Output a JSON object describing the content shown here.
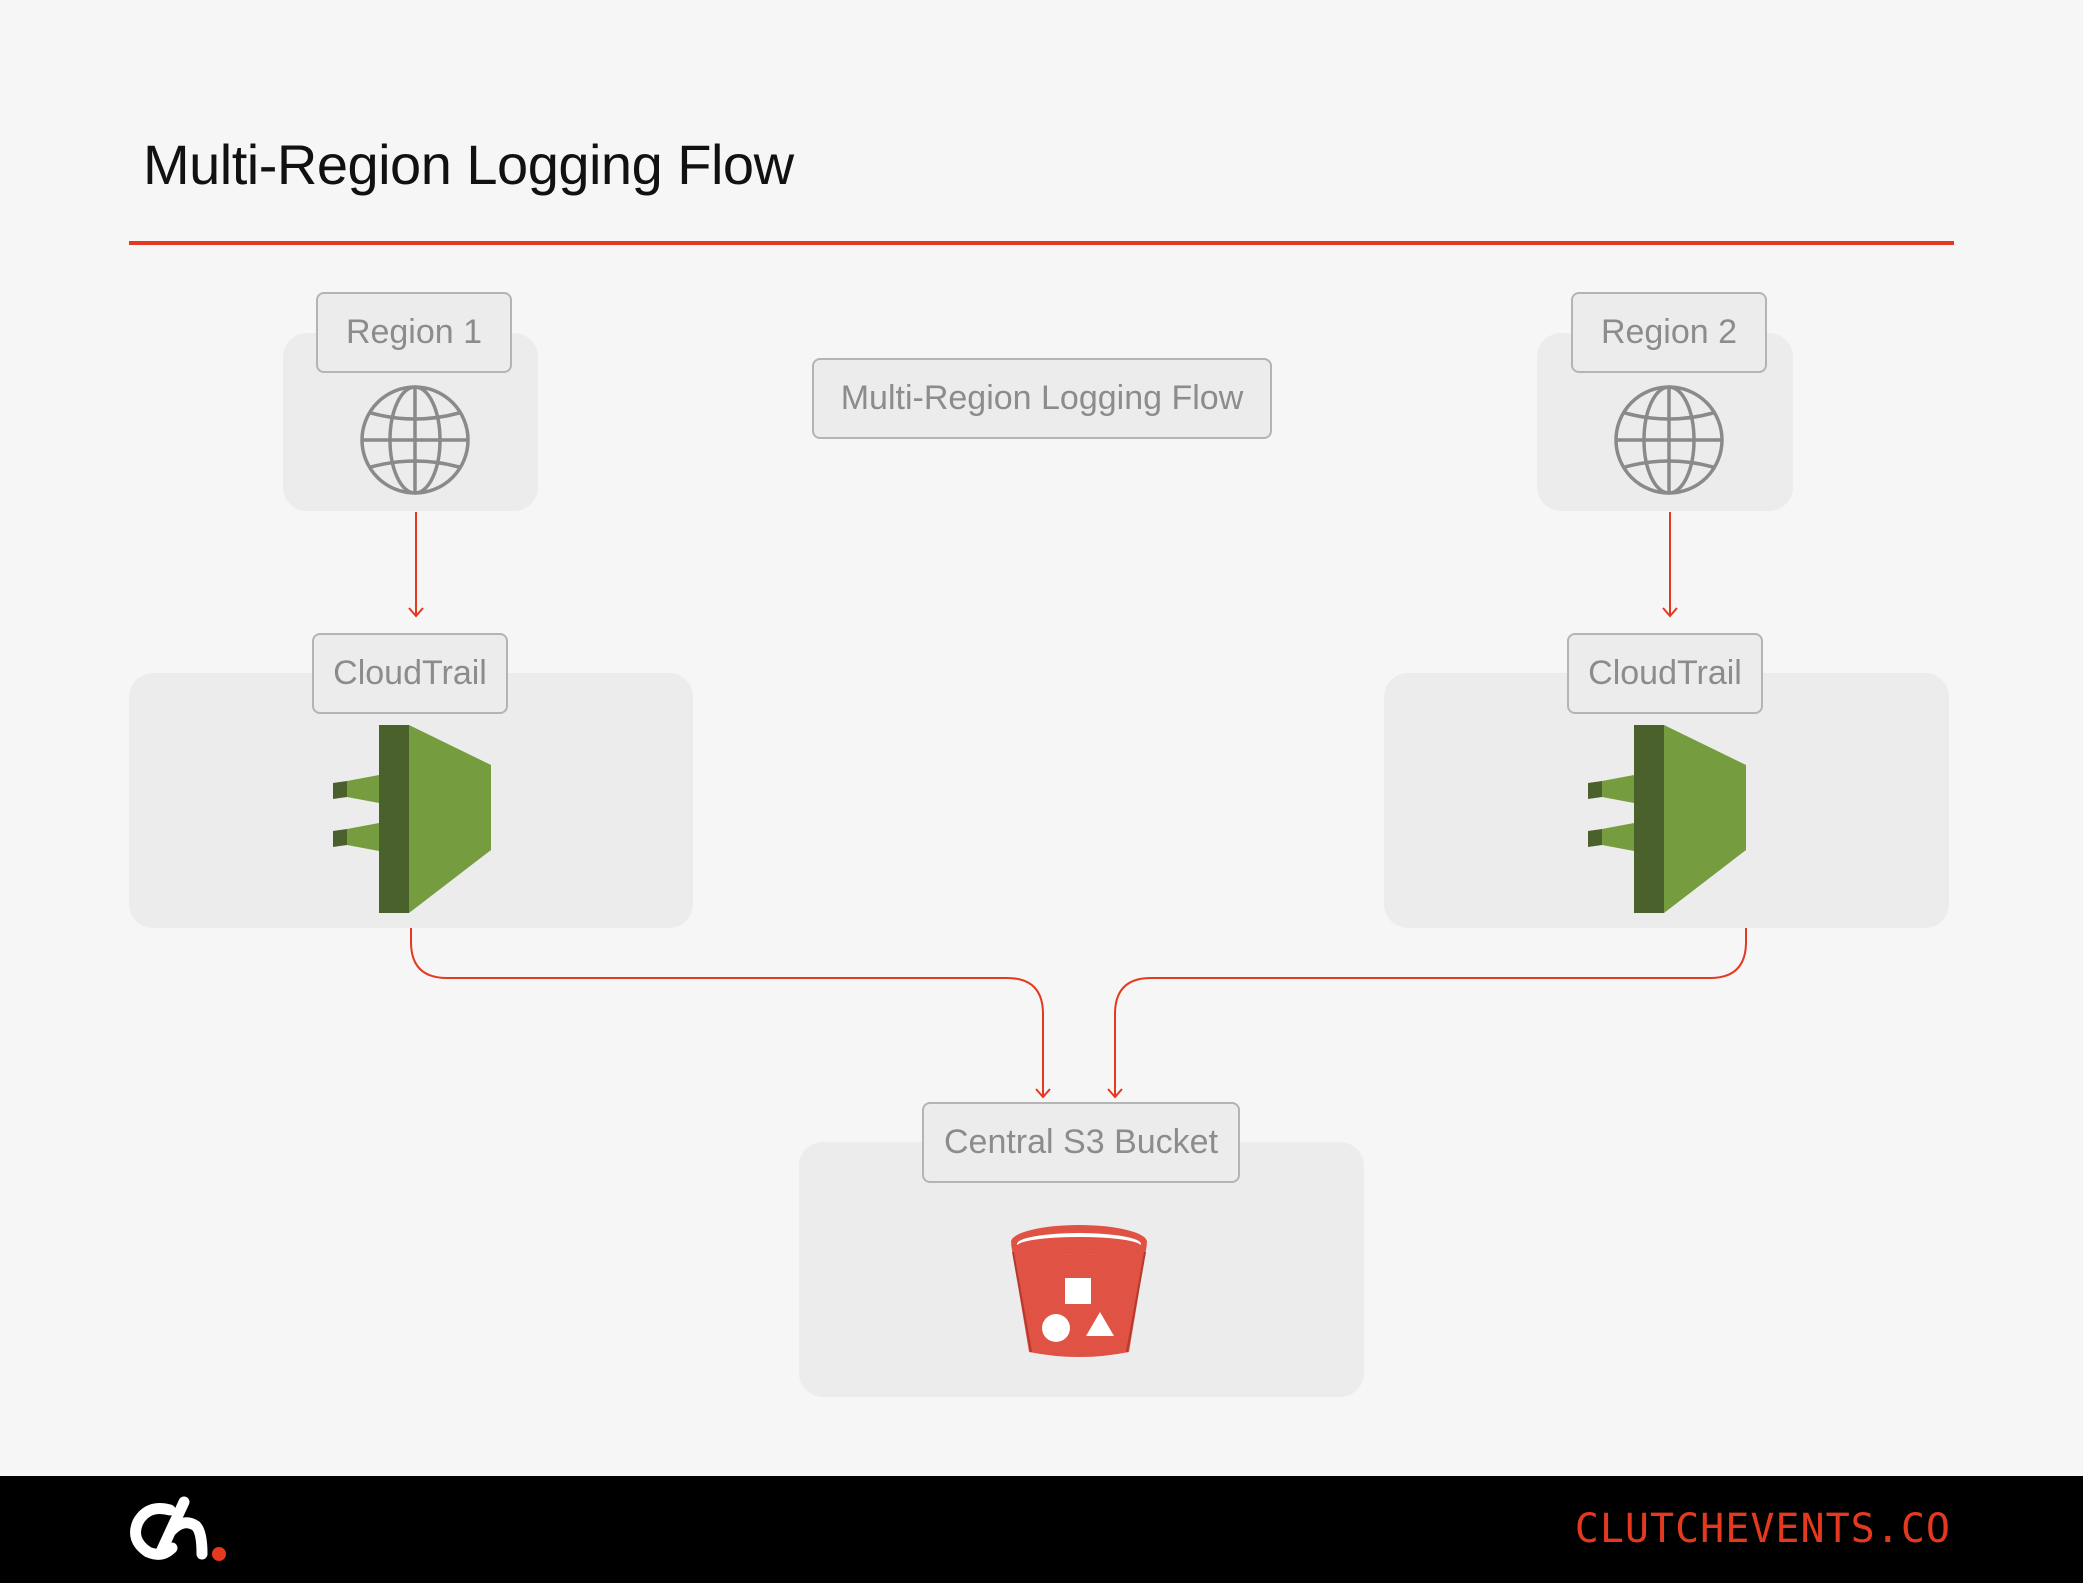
{
  "title": "Multi-Region Logging Flow",
  "diagram": {
    "center_label": "Multi-Region Logging Flow",
    "nodes": {
      "region1": {
        "label": "Region 1",
        "icon": "globe-icon"
      },
      "region2": {
        "label": "Region 2",
        "icon": "globe-icon"
      },
      "cloudtrail1": {
        "label": "CloudTrail",
        "icon": "cloudtrail-icon"
      },
      "cloudtrail2": {
        "label": "CloudTrail",
        "icon": "cloudtrail-icon"
      },
      "s3": {
        "label": "Central S3 Bucket",
        "icon": "s3-bucket-icon"
      }
    },
    "edges": [
      {
        "from": "Region 1",
        "to": "CloudTrail"
      },
      {
        "from": "Region 2",
        "to": "CloudTrail"
      },
      {
        "from": "CloudTrail",
        "to": "Central S3 Bucket"
      },
      {
        "from": "CloudTrail",
        "to": "Central S3 Bucket"
      }
    ]
  },
  "footer": {
    "brand_icon": "clutch-logo",
    "url": "CLUTCHEVENTS.CO"
  },
  "colors": {
    "accent": "#e4391f",
    "background": "#f6f6f6",
    "group_fill": "#ececec",
    "cloudtrail_green": "#759c3e",
    "cloudtrail_dark_green": "#4b612c",
    "s3_red": "#e05243"
  }
}
